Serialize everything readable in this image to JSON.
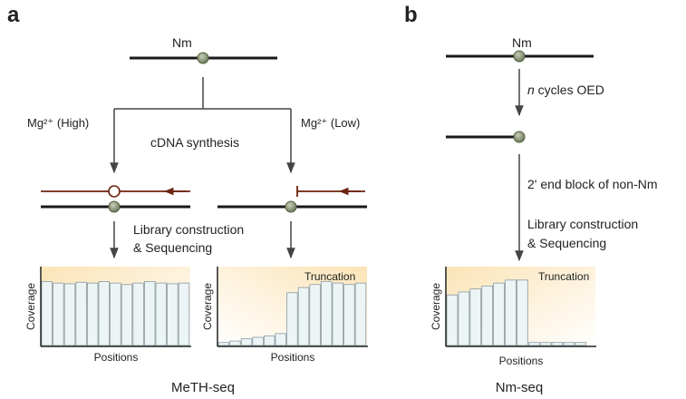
{
  "panel_a": {
    "letter": "a",
    "nm_label": "Nm",
    "mg_high": "Mg²⁺ (High)",
    "mg_low": "Mg²⁺ (Low)",
    "cdna": "cDNA synthesis",
    "library_line1": "Library construction",
    "library_line2": "& Sequencing",
    "method": "MeTH-seq",
    "chart_left": {
      "ylabel": "Coverage",
      "xlabel": "Positions",
      "values": [
        0.86,
        0.84,
        0.83,
        0.85,
        0.84,
        0.86,
        0.84,
        0.82,
        0.84,
        0.86,
        0.84,
        0.83,
        0.84
      ]
    },
    "chart_right": {
      "ylabel": "Coverage",
      "xlabel": "Positions",
      "annotation": "Truncation",
      "values": [
        0.04,
        0.06,
        0.09,
        0.11,
        0.13,
        0.16,
        0.71,
        0.78,
        0.82,
        0.86,
        0.84,
        0.82,
        0.84
      ]
    }
  },
  "panel_b": {
    "letter": "b",
    "nm_label": "Nm",
    "step1_italic": "n",
    "step1_rest": " cycles OED",
    "step2": "2' end block of non-Nm",
    "library_line1": "Library construction",
    "library_line2": "& Sequencing",
    "method": "Nm-seq",
    "chart": {
      "ylabel": "Coverage",
      "xlabel": "Positions",
      "annotation": "Truncation",
      "values": [
        0.68,
        0.72,
        0.76,
        0.8,
        0.84,
        0.88,
        0.88,
        0.04,
        0.04,
        0.04,
        0.04,
        0.04
      ]
    }
  },
  "colors": {
    "rna_line": "#1a1a1a",
    "cdna_line": "#6b2410",
    "arrow": "#444444",
    "nm_dot": "#7f8c6c",
    "bar_fill": "#ecf4f6",
    "bar_stroke": "#8a9aa0",
    "panel_bg": "#fbe9c8"
  }
}
